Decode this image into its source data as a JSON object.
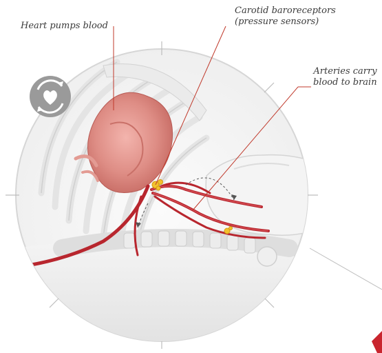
{
  "labels": {
    "heart": "Heart pumps blood",
    "carotid_line1": "Carotid baroreceptors",
    "carotid_line2": "(pressure sensors)",
    "arteries_line1": "Arteries carry",
    "arteries_line2": "blood to brain"
  },
  "icon": {
    "name": "heart-cycle-icon"
  },
  "colors": {
    "artery": "#b8262e",
    "heart": "#d98680",
    "skeleton": "#e6e6e6",
    "sensor": "#f2c12e",
    "leader_line": "#c0392b",
    "icon_bg": "#9a9a9a"
  }
}
